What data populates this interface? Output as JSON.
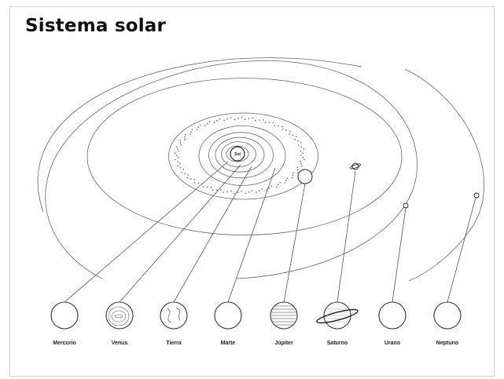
{
  "title": "Sistema solar",
  "sun_label": "Sol",
  "planets": [
    {
      "name": "Mercurio",
      "icon": "plain-circle-icon"
    },
    {
      "name": "Venus",
      "icon": "swirl-planet-icon"
    },
    {
      "name": "Tierra",
      "icon": "earth-continents-icon"
    },
    {
      "name": "Marte",
      "icon": "plain-circle-icon"
    },
    {
      "name": "Júpiter",
      "icon": "banded-planet-icon"
    },
    {
      "name": "Saturno",
      "icon": "ringed-planet-icon"
    },
    {
      "name": "Urano",
      "icon": "plain-circle-icon"
    },
    {
      "name": "Neptuno",
      "icon": "plain-circle-icon"
    }
  ],
  "colors": {
    "line": "#555555",
    "ink": "#222222"
  }
}
